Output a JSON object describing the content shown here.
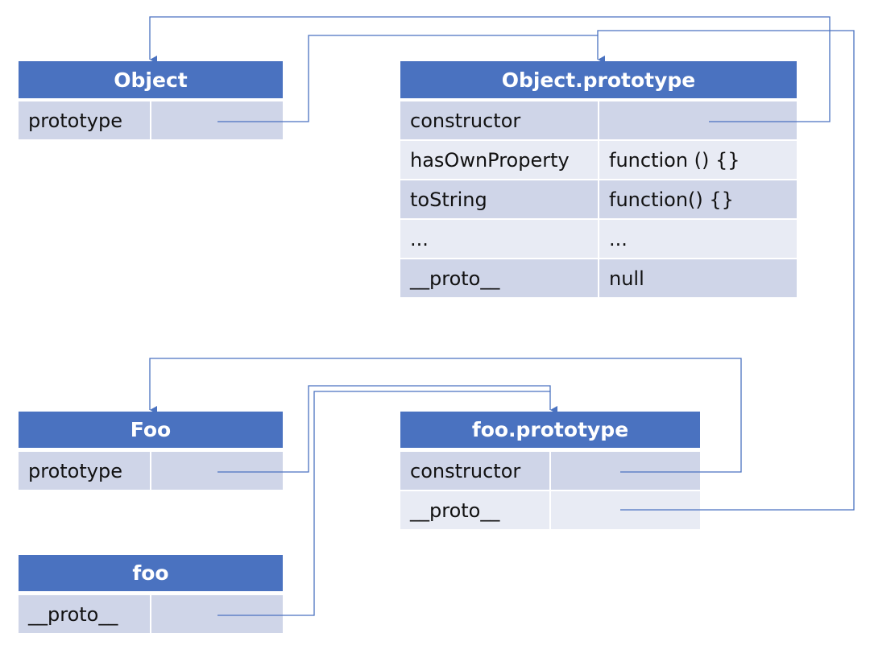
{
  "tables": {
    "object": {
      "title": "Object",
      "rows": [
        {
          "key": "prototype",
          "value": ""
        }
      ]
    },
    "object_prototype": {
      "title": "Object.prototype",
      "rows": [
        {
          "key": "constructor",
          "value": ""
        },
        {
          "key": "hasOwnProperty",
          "value": "function () {}"
        },
        {
          "key": "toString",
          "value": "function() {}"
        },
        {
          "key": "...",
          "value": "..."
        },
        {
          "key": "__proto__",
          "value": "null"
        }
      ]
    },
    "foo_fn": {
      "title": "Foo",
      "rows": [
        {
          "key": "prototype",
          "value": ""
        }
      ]
    },
    "foo_prototype": {
      "title": "foo.prototype",
      "rows": [
        {
          "key": "constructor",
          "value": ""
        },
        {
          "key": "__proto__",
          "value": ""
        }
      ]
    },
    "foo_instance": {
      "title": "foo",
      "rows": [
        {
          "key": "__proto__",
          "value": ""
        }
      ]
    }
  },
  "colors": {
    "header": "#4a72c0",
    "row_odd": "#cfd5e8",
    "row_even": "#e8ebf4",
    "arrow": "#4a72c0"
  }
}
